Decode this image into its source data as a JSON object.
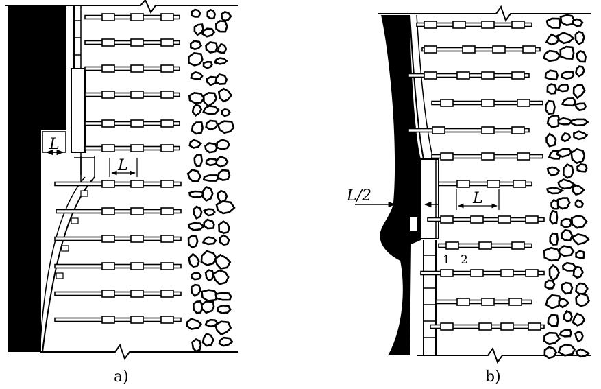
{
  "panel_a": {
    "caption": "a)",
    "dimension_labels": {
      "coal_side_gap": "L",
      "chock_spacing": "L"
    }
  },
  "panel_b": {
    "caption": "b)",
    "dimension_labels": {
      "half_spacing": "L/2",
      "chock_spacing": "L"
    },
    "callouts": [
      "1",
      "2"
    ]
  },
  "colors": {
    "ink": "#000000",
    "paper": "#ffffff"
  }
}
